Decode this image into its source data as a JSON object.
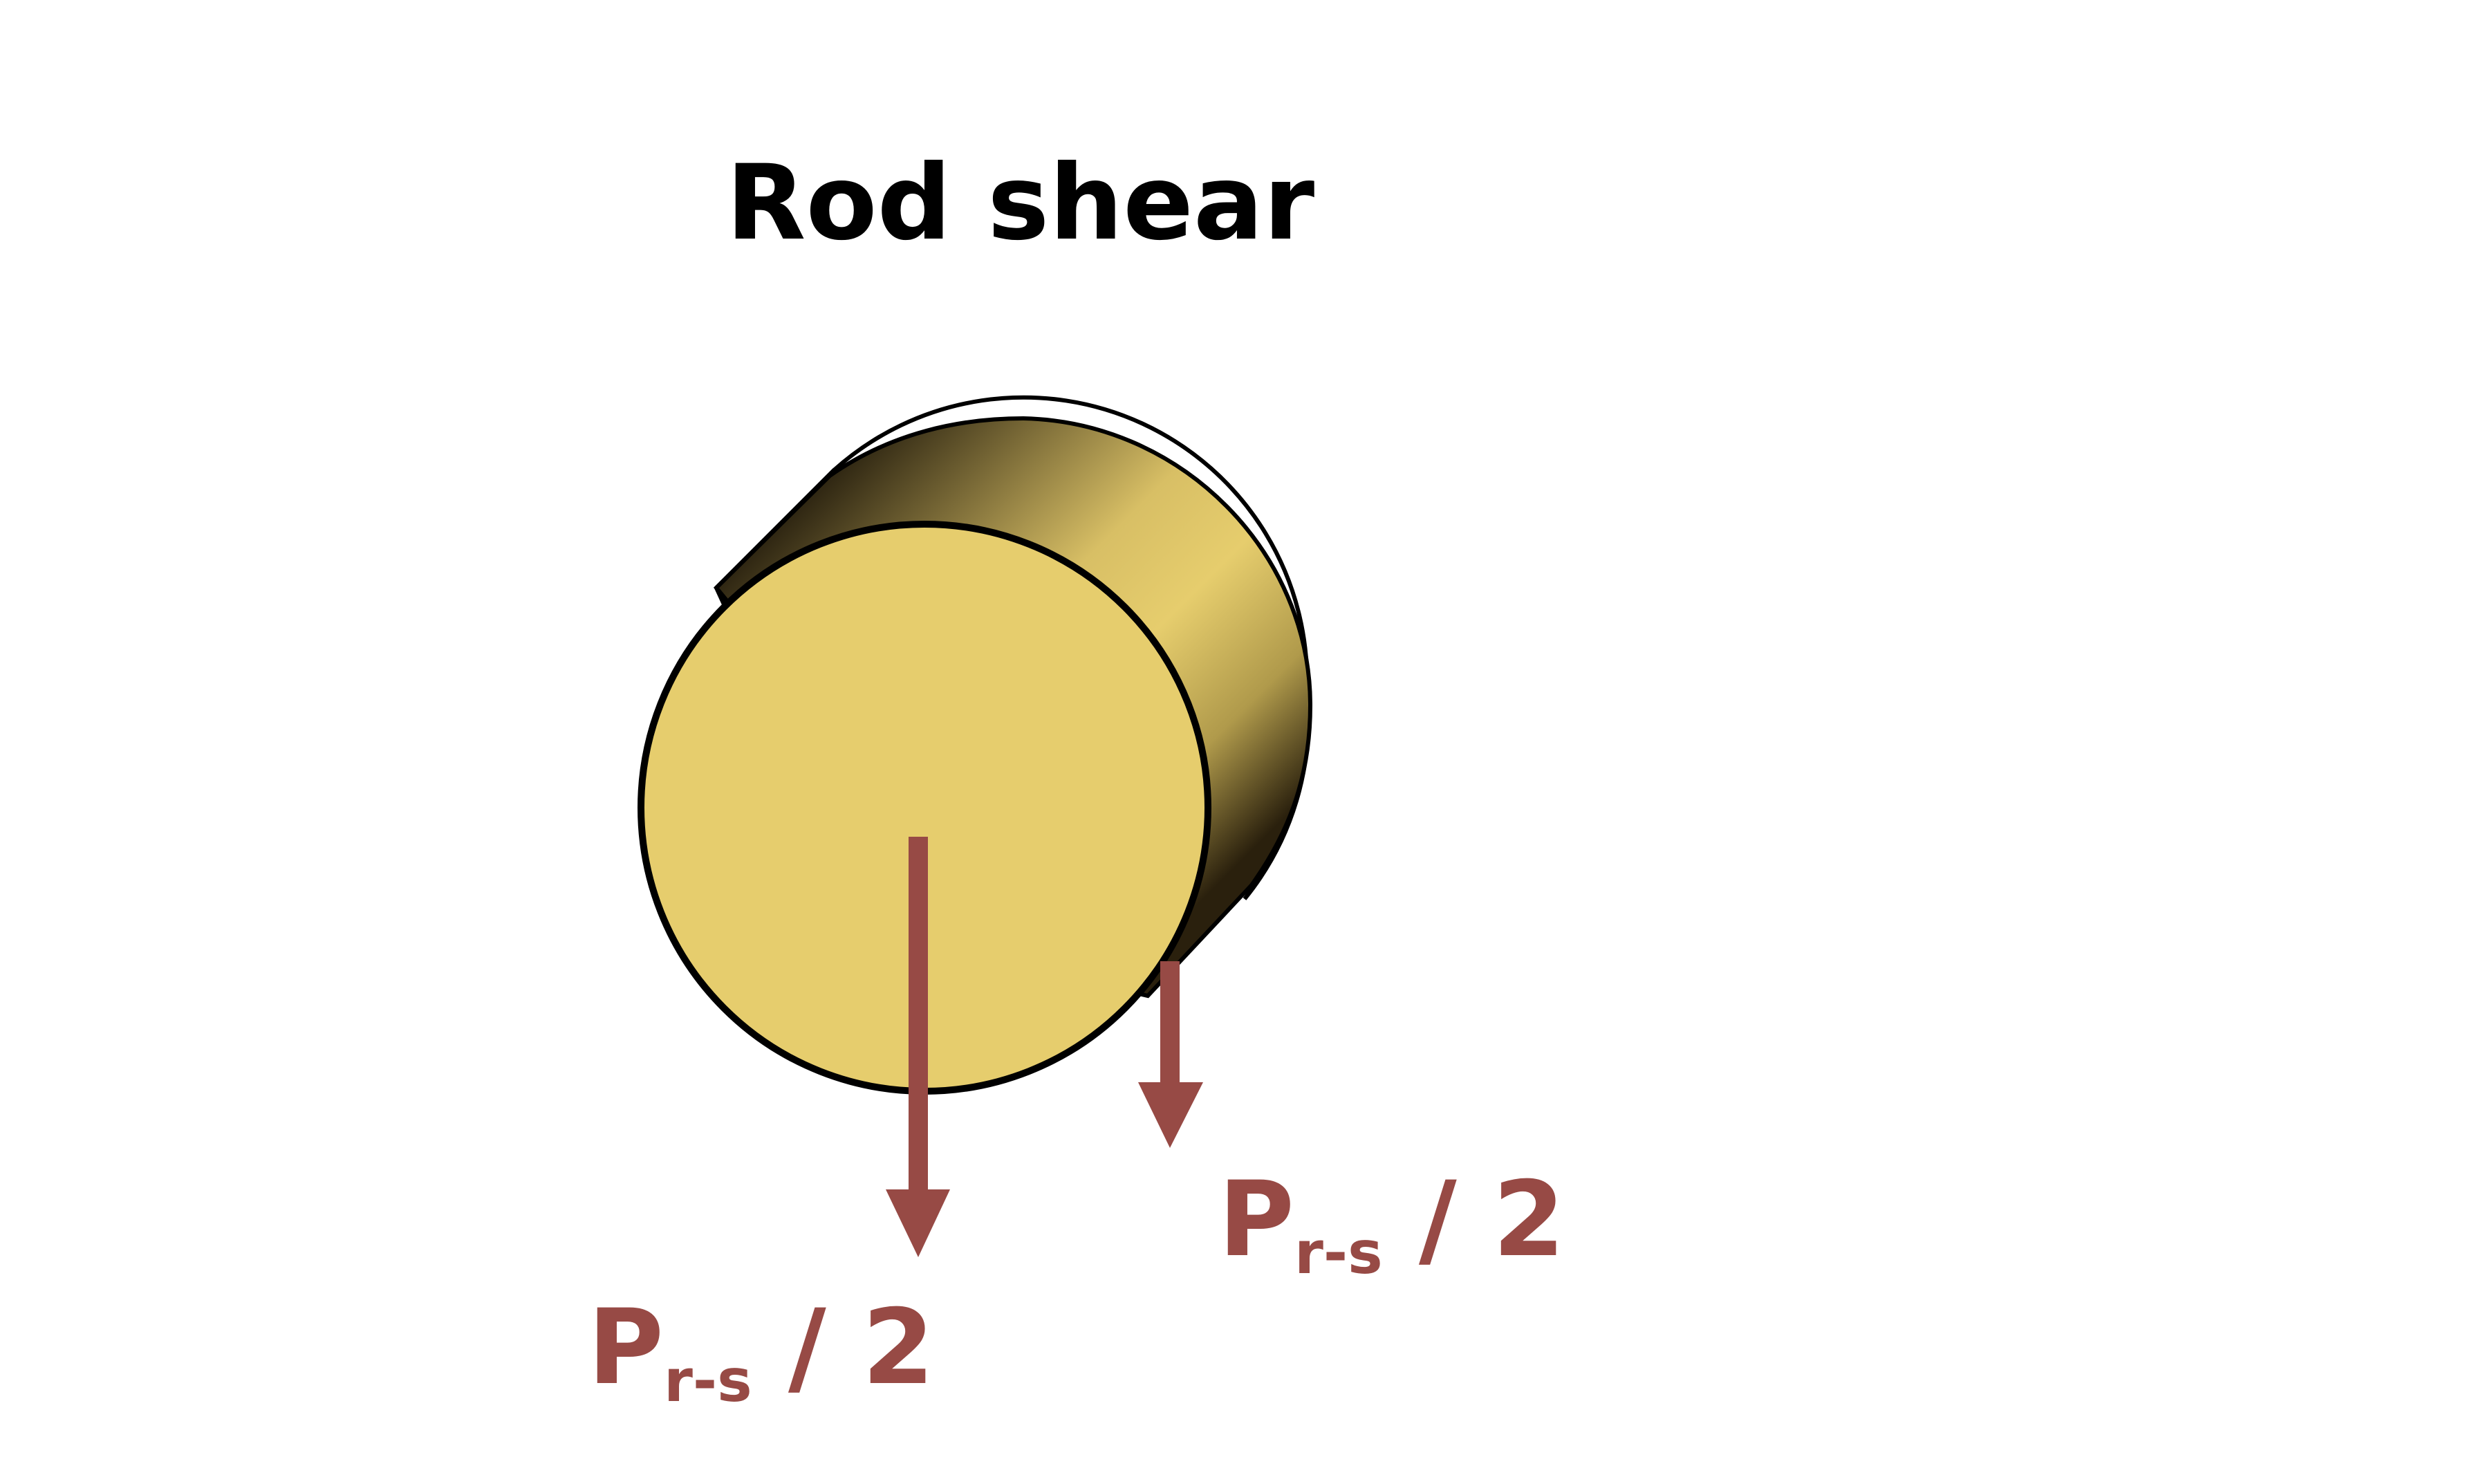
{
  "title": "Rod shear",
  "colors": {
    "rod_face": "#e6cd6d",
    "rod_shadow": "#1e170a",
    "outline": "#000000",
    "force": "#974a45",
    "background": "#ffffff"
  },
  "forces": [
    {
      "symbol": "P",
      "subscript": "r-s",
      "suffix": " / 2"
    },
    {
      "symbol": "P",
      "subscript": "r-s",
      "suffix": " / 2"
    }
  ]
}
